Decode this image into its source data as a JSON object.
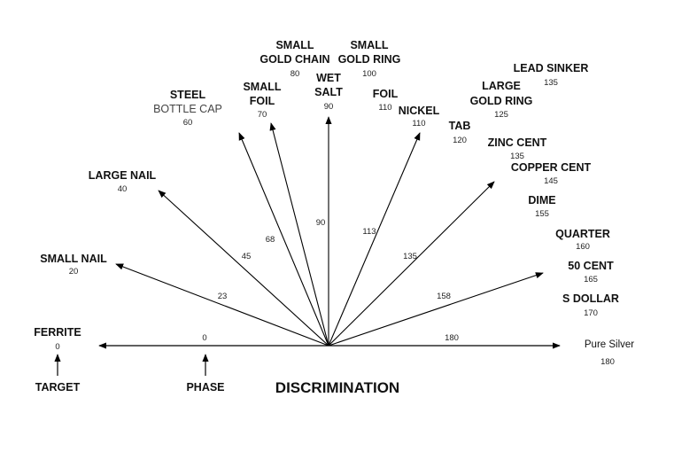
{
  "title": "DISCRIMINATION",
  "footer": {
    "target": "TARGET",
    "phase": "PHASE",
    "zero": "0",
    "one_eighty": "180"
  },
  "pure_silver": {
    "label": "Pure Silver",
    "value": "180"
  },
  "arrows": [
    {
      "id": "a20",
      "label": "23"
    },
    {
      "id": "a40",
      "label": "45"
    },
    {
      "id": "a70",
      "label": "68"
    },
    {
      "id": "a90",
      "label": "90"
    },
    {
      "id": "a110",
      "label": "113"
    },
    {
      "id": "a135",
      "label": "135"
    },
    {
      "id": "a160",
      "label": "158"
    }
  ],
  "targets": [
    {
      "id": "ferrite",
      "lines": [
        "FERRITE"
      ],
      "value": "0"
    },
    {
      "id": "small-nail",
      "lines": [
        "SMALL NAIL"
      ],
      "value": "20"
    },
    {
      "id": "large-nail",
      "lines": [
        "LARGE NAIL"
      ],
      "value": "40"
    },
    {
      "id": "steel",
      "lines": [
        "STEEL",
        "BOTTLE CAP"
      ],
      "value": "60"
    },
    {
      "id": "small-foil",
      "lines": [
        "SMALL",
        "FOIL"
      ],
      "value": "70"
    },
    {
      "id": "small-gold-chain",
      "lines": [
        "SMALL",
        "GOLD CHAIN"
      ],
      "value": "80"
    },
    {
      "id": "wet-salt",
      "lines": [
        "WET",
        "SALT"
      ],
      "value": "90"
    },
    {
      "id": "small-gold-ring",
      "lines": [
        "SMALL",
        "GOLD RING"
      ],
      "value": "100"
    },
    {
      "id": "foil",
      "lines": [
        "FOIL"
      ],
      "value": "110"
    },
    {
      "id": "nickel",
      "lines": [
        "NICKEL"
      ],
      "value": "110"
    },
    {
      "id": "tab",
      "lines": [
        "TAB"
      ],
      "value": "120"
    },
    {
      "id": "large-gold-ring",
      "lines": [
        "LARGE",
        "GOLD RING"
      ],
      "value": "125"
    },
    {
      "id": "lead-sinker",
      "lines": [
        "LEAD SINKER"
      ],
      "value": "135"
    },
    {
      "id": "zinc-cent",
      "lines": [
        "ZINC CENT"
      ],
      "value": "135"
    },
    {
      "id": "copper-cent",
      "lines": [
        "COPPER CENT"
      ],
      "value": "145"
    },
    {
      "id": "dime",
      "lines": [
        "DIME"
      ],
      "value": "155"
    },
    {
      "id": "quarter",
      "lines": [
        "QUARTER"
      ],
      "value": "160"
    },
    {
      "id": "fifty-cent",
      "lines": [
        "50 CENT"
      ],
      "value": "165"
    },
    {
      "id": "s-dollar",
      "lines": [
        "S DOLLAR"
      ],
      "value": "170"
    }
  ]
}
